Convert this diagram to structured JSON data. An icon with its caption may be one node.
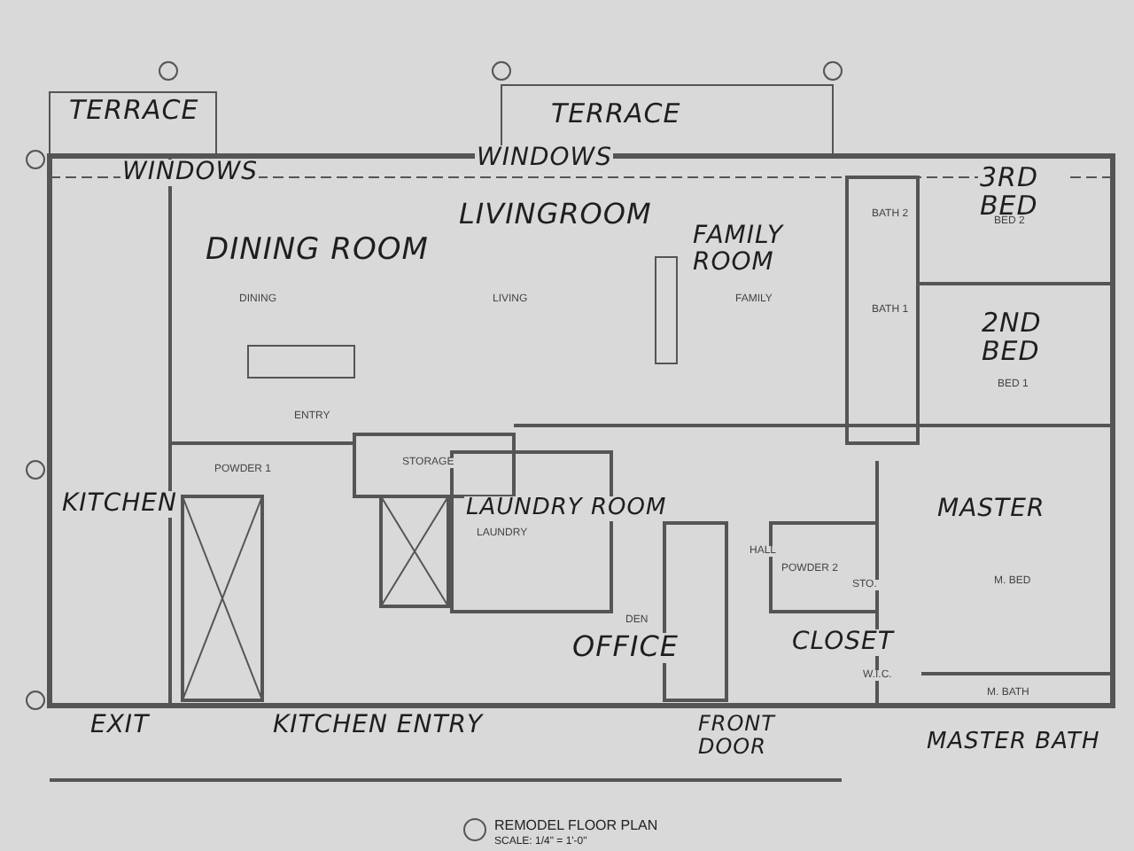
{
  "diagram": {
    "labels": [
      "TERRACE",
      "TERRACE",
      "WINDOWS",
      "WINDOWS",
      "LIVINGROOM",
      "3RD BED",
      "BED 2",
      "BATH 2",
      "DINING ROOM",
      "FAMILY ROOM",
      "DINING",
      "LIVING",
      "FAMILY",
      "BATH 1",
      "2ND BED",
      "BED 1",
      "ENTRY",
      "STORAGE",
      "POWDER 1",
      "KITCHEN",
      "LAUNDRY ROOM",
      "LAUNDRY",
      "MASTER",
      "HALL",
      "POWDER 2",
      "STO.",
      "M. BED",
      "DEN",
      "OFFICE",
      "CLOSET",
      "W.I.C.",
      "EXIT",
      "KITCHEN ENTRY",
      "FRONT DOOR",
      "M. BATH",
      "MASTER BATH",
      "REMODEL FLOOR PLAN",
      "SCALE: 1/4\" = 1'-0\""
    ]
  }
}
